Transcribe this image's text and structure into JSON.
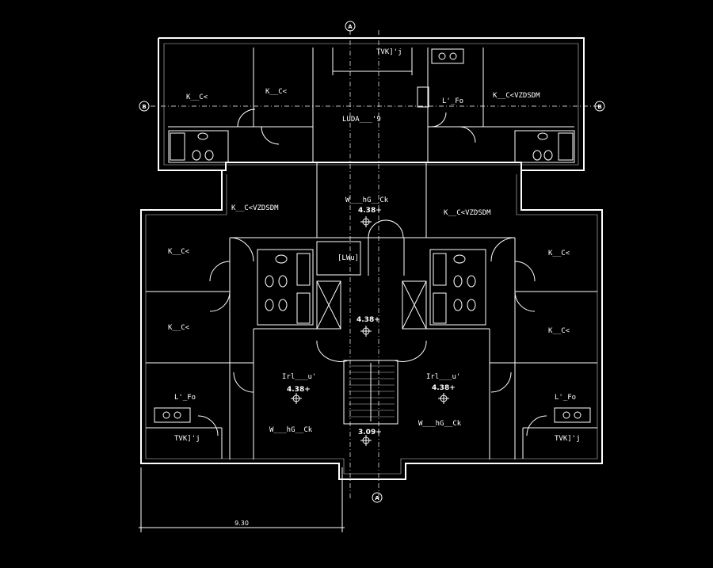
{
  "rooms": {
    "top_bed_left": "K__C<",
    "top_bed_left2": "K__C<",
    "top_master_right": "K__C<VZDSDM",
    "top_kitchen_right": "L'_Fo",
    "top_balcony": "TVK]'j",
    "top_lobby": "LUDA___'9",
    "mid_master_left": "K__C<VZDSDM",
    "mid_master_right": "K__C<VZDSDM",
    "mid_living": "W___hG__Ck",
    "mid_living_level": "4.38+",
    "lift": "[LWu]",
    "core_level": "4.38+",
    "left_bed1": "K__C<",
    "left_bed2": "K__C<",
    "right_bed1": "K__C<",
    "right_bed2": "K__C<",
    "left_kitchen": "L'_Fo",
    "right_kitchen": "L'_Fo",
    "left_balcony": "TVK]'j",
    "right_balcony": "TVK]'j",
    "left_dining": "Irl___u'",
    "right_dining": "Irl___u'",
    "left_dining_level": "4.38+",
    "right_dining_level": "4.38+",
    "left_living": "W___hG__Ck",
    "right_living": "W___hG__Ck",
    "stair_level": "3.09+"
  },
  "axes": {
    "top": "A",
    "bottom": "A",
    "left": "B",
    "right": "B"
  },
  "dimension": "9.30"
}
